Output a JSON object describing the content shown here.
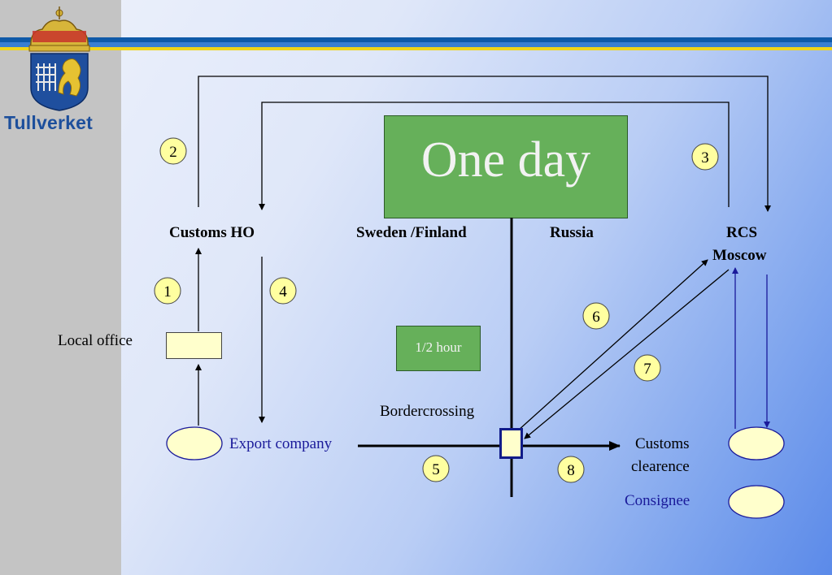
{
  "brand": {
    "name": "Tullverket",
    "logo": "crown-lion-shield-icon"
  },
  "labels": {
    "customs_ho": "Customs HO",
    "sweden_finland": "Sweden /Finland",
    "russia": "Russia",
    "rcs": "RCS",
    "moscow": "Moscow",
    "local_office": "Local office",
    "bordercrossing": "Bordercrossing",
    "export_company": "Export company",
    "customs": "Customs",
    "clearence": "clearence",
    "consignee": "Consignee"
  },
  "boxes": {
    "one_day": "One day",
    "half_hour": "1/2 hour"
  },
  "steps": [
    "1",
    "2",
    "3",
    "4",
    "5",
    "6",
    "7",
    "8"
  ],
  "colors": {
    "green_box": "#66b05a",
    "step_circle": "#ffffa0",
    "label_blue": "#1a1a9a",
    "brand_blue": "#1d4f9c",
    "stripe_yellow": "#f0d419"
  }
}
